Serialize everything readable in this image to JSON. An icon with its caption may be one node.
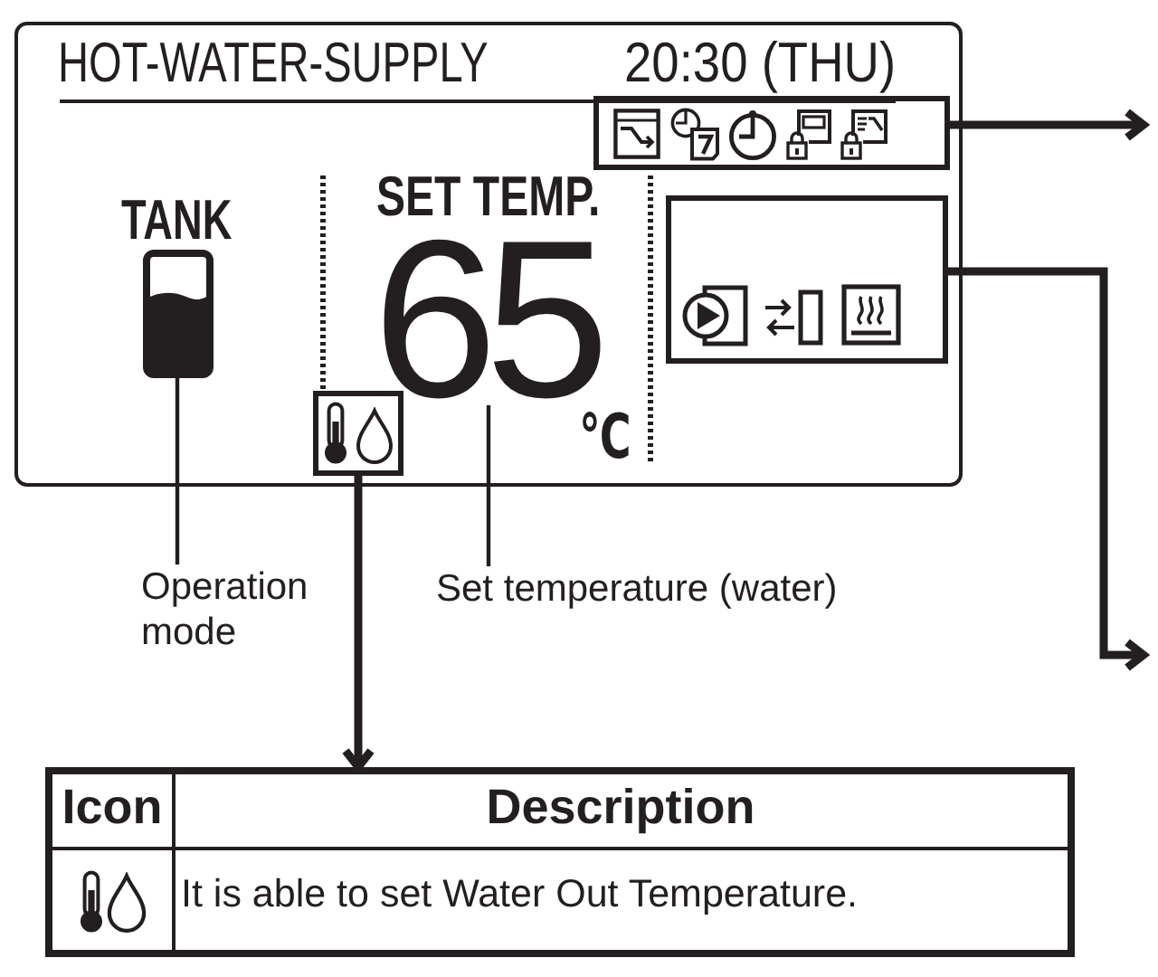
{
  "diagram": {
    "nodes": [
      {
        "text": [
          "HOT-WATER-SUPPLY",
          "20:30 (THU)"
        ]
      },
      {
        "text": [],
        "shape": "picture",
        "in": 0,
        "beside": [
          "TANK"
        ]
      },
      {
        "text": [
          "65"
        ],
        "in": 0
      },
      {
        "text": [],
        "shape": "box",
        "in": 0
      },
      {
        "text": [],
        "shape": "box",
        "in": 0
      },
      {
        "text": [],
        "shape": "box",
        "in": 0
      },
      {
        "text": [
          "Operation mode"
        ]
      },
      {
        "text": [
          "Set temperature (water)"
        ]
      },
      {
        "text": [
          "Icon",
          "Description",
          "It is able to set Water Out Temperature."
        ]
      }
    ],
    "edges": [
      {
        "from": 3,
        "to": null,
        "arrow": "to"
      },
      {
        "from": 4,
        "to": null,
        "arrow": "to"
      },
      {
        "from": 6,
        "to": 1,
        "arrow": "none"
      },
      {
        "from": 7,
        "to": 2,
        "arrow": "none"
      },
      {
        "from": 5,
        "to": 8,
        "arrow": "to"
      }
    ],
    "labels": [
      "SET TEMP.",
      "℃"
    ]
  }
}
